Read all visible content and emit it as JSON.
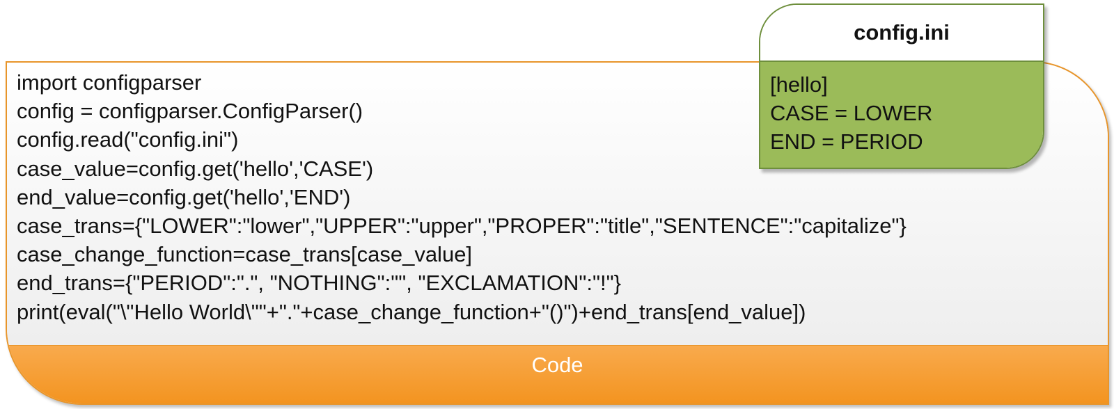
{
  "code_block": {
    "label": "Code",
    "lines": [
      "import configparser",
      "config = configparser.ConfigParser()",
      "config.read(\"config.ini\")",
      "case_value=config.get('hello','CASE')",
      "end_value=config.get('hello','END')",
      "case_trans={\"LOWER\":\"lower\",\"UPPER\":\"upper\",\"PROPER\":\"title\",\"SENTENCE\":\"capitalize\"}",
      "case_change_function=case_trans[case_value]",
      "end_trans={\"PERIOD\":\".\", \"NOTHING\":\"\", \"EXCLAMATION\":\"!\"}",
      "print(eval(\"\\\"Hello World\\\"\"+\".\"+case_change_function+\"()\")+end_trans[end_value])"
    ],
    "border_color": "#e8952a",
    "footer_color": "#f39420"
  },
  "config_block": {
    "title": "config.ini",
    "lines": [
      "[hello]",
      "CASE = LOWER",
      "END = PERIOD"
    ],
    "border_color": "#6e8f3c",
    "body_color": "#9bbb59"
  }
}
